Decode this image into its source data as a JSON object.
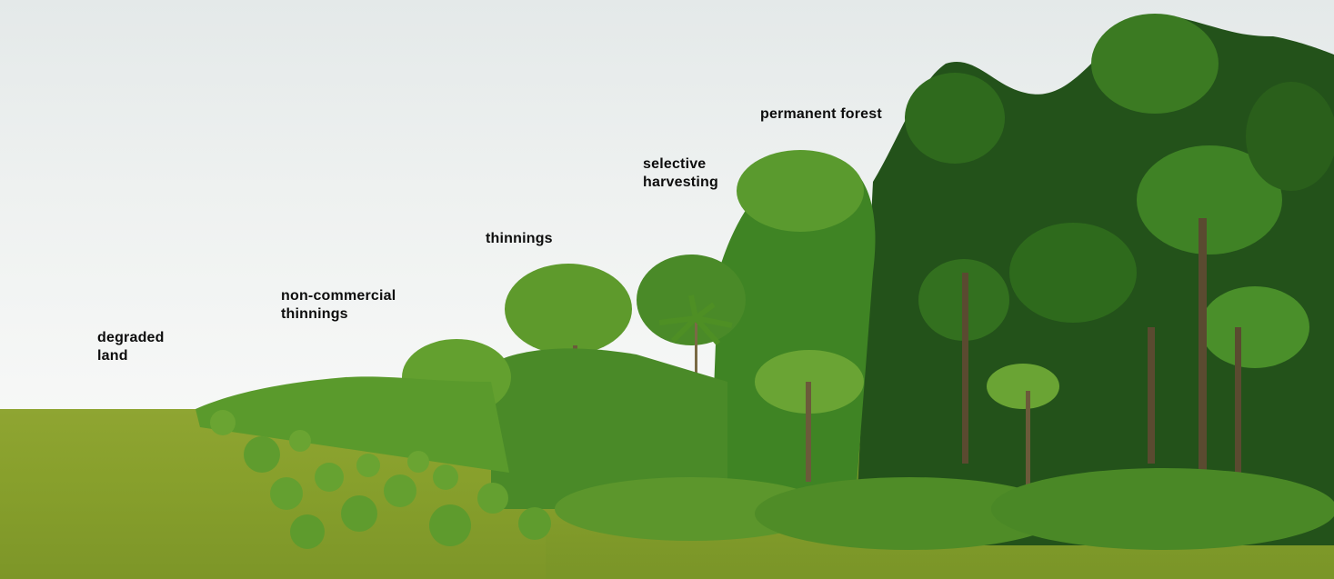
{
  "image": {
    "description": "Forest succession stages from degraded land to permanent forest",
    "colors": {
      "sky": "#eef1f0",
      "grass": "#8fa532",
      "canopy_light": "#5f9a2a",
      "canopy_mid": "#3f7a1f",
      "canopy_dark": "#1f4f12",
      "label_text": "#0d0d0d"
    }
  },
  "labels": {
    "degraded_land": "degraded\nland",
    "non_commercial_thinnings": "non-commercial\nthinnings",
    "thinnings": "thinnings",
    "selective_harvesting": "selective\nharvesting",
    "permanent_forest": "permanent forest"
  }
}
